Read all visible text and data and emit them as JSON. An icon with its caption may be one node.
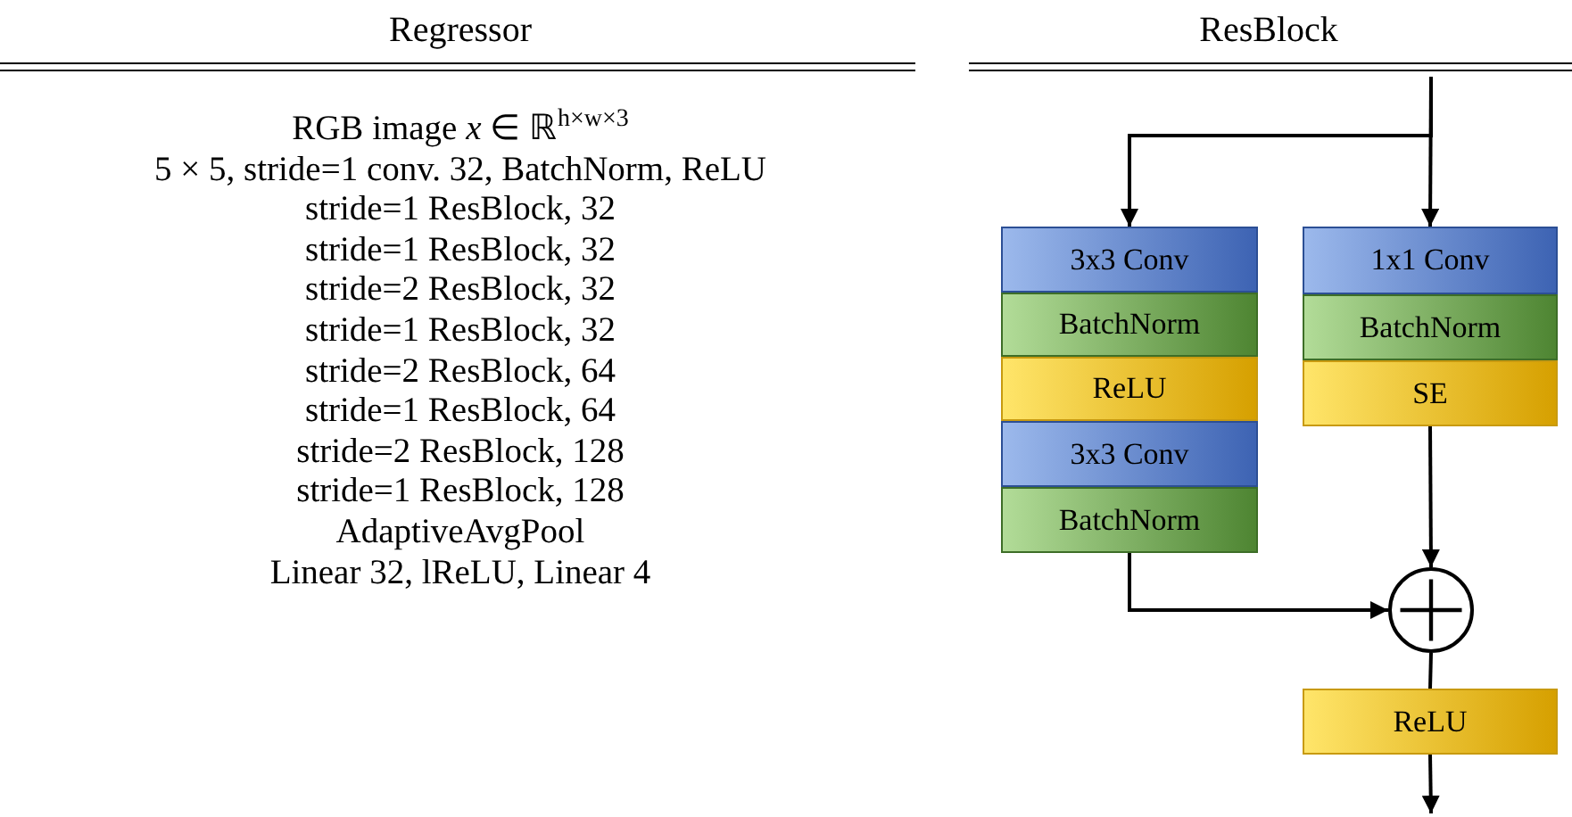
{
  "diagram": {
    "nodes": [
      {
        "text": [
          "3x3 Conv"
        ]
      },
      {
        "text": [
          "BatchNorm"
        ]
      },
      {
        "text": [
          "ReLU"
        ]
      },
      {
        "text": [
          "3x3 Conv"
        ]
      },
      {
        "text": [
          "BatchNorm"
        ]
      },
      {
        "text": [
          "1x1 Conv"
        ]
      },
      {
        "text": [
          "BatchNorm"
        ]
      },
      {
        "text": [
          "SE"
        ]
      },
      {
        "text": [],
        "shape": "circle"
      },
      {
        "text": [
          "ReLU"
        ]
      }
    ],
    "edges": [
      {
        "from": null,
        "to": 0,
        "arrow": "to"
      },
      {
        "from": null,
        "to": 5,
        "arrow": "to"
      },
      {
        "from": 4,
        "to": 8,
        "arrow": "to"
      },
      {
        "from": 7,
        "to": 8,
        "arrow": "to"
      },
      {
        "from": 8,
        "to": 9,
        "arrow": "none"
      },
      {
        "from": 9,
        "to": null,
        "arrow": "to"
      }
    ],
    "labels": [
      "Regressor",
      "ResBlock",
      "RGB image *x* ∈ ℝ$^{h×w×3}$",
      "5 × 5, stride=1 conv. 32, BatchNorm, ReLU",
      "stride=1 ResBlock, 32",
      "stride=1 ResBlock, 32",
      "stride=2 ResBlock, 32",
      "stride=1 ResBlock, 32",
      "stride=2 ResBlock, 64",
      "stride=1 ResBlock, 64",
      "stride=2 ResBlock, 128",
      "stride=1 ResBlock, 128",
      "AdaptiveAvgPool",
      "Linear 32, lReLU, Linear 4"
    ]
  }
}
